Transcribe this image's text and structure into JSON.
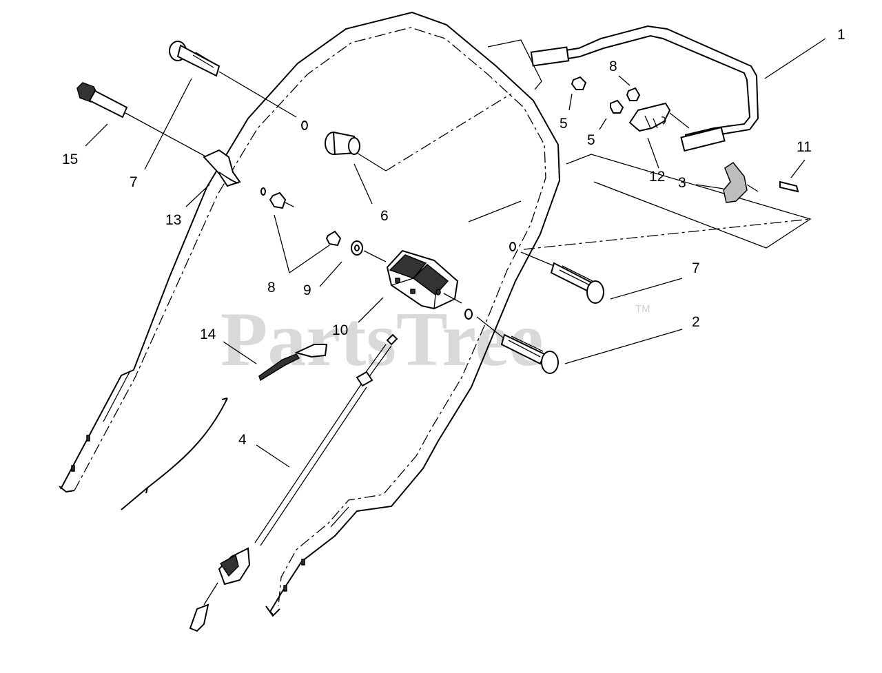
{
  "watermark": {
    "text": "PartsTree",
    "trademark": "TM"
  },
  "labels": [
    "1",
    "2",
    "3",
    "4",
    "5",
    "5",
    "6",
    "7",
    "7",
    "8",
    "8",
    "9",
    "10",
    "11",
    "12",
    "13",
    "14",
    "15"
  ],
  "colors": {
    "line": "#000000",
    "background": "#ffffff",
    "watermark": "#d9d9d9"
  }
}
